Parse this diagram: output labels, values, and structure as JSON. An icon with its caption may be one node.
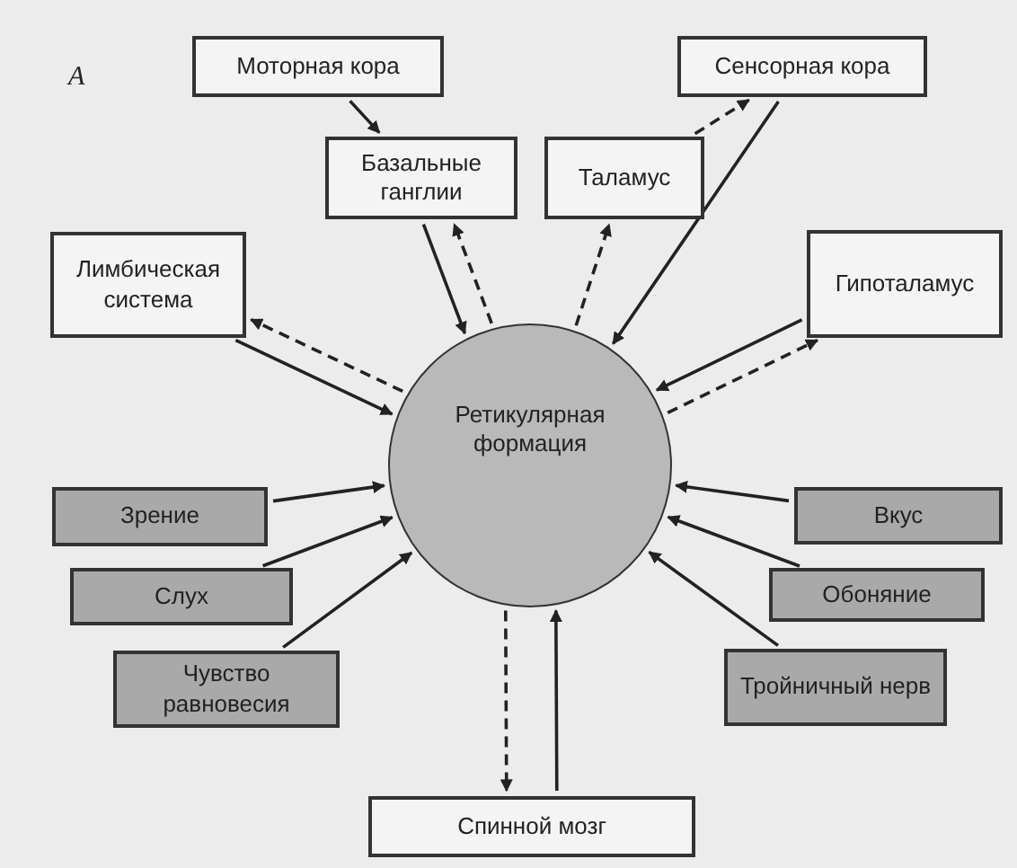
{
  "diagram": {
    "nodes": [
      {
        "text": [
          "Моторная кора"
        ]
      },
      {
        "text": [
          "Сенсорная кора"
        ]
      },
      {
        "text": [
          "Базальные ганглии"
        ]
      },
      {
        "text": [
          "Таламус"
        ]
      },
      {
        "text": [
          "Лимбическая система"
        ]
      },
      {
        "text": [
          "Гипоталамус"
        ]
      },
      {
        "text": [
          "Ретикулярная формация"
        ]
      },
      {
        "text": [
          "Зрение"
        ]
      },
      {
        "text": [
          "Слух"
        ]
      },
      {
        "text": [
          "Чувство равновесия"
        ]
      },
      {
        "text": [
          "Вкус"
        ]
      },
      {
        "text": [
          "Обоняние"
        ]
      },
      {
        "text": [
          "Тройничный нерв"
        ]
      },
      {
        "text": [
          "Спинной мозг"
        ]
      }
    ],
    "edges": [
      {
        "from": 0,
        "to": 2,
        "arrow": "to"
      },
      {
        "from": 3,
        "to": 1,
        "arrow": "to",
        "style": "dashed"
      },
      {
        "from": 2,
        "to": 6,
        "arrow": "to"
      },
      {
        "from": 6,
        "to": 2,
        "arrow": "to",
        "style": "dashed"
      },
      {
        "from": 6,
        "to": 3,
        "arrow": "to",
        "style": "dashed"
      },
      {
        "from": 1,
        "to": 6,
        "arrow": "to"
      },
      {
        "from": 4,
        "to": 6,
        "arrow": "to"
      },
      {
        "from": 6,
        "to": 4,
        "arrow": "to",
        "style": "dashed"
      },
      {
        "from": 5,
        "to": 6,
        "arrow": "to"
      },
      {
        "from": 6,
        "to": 5,
        "arrow": "to",
        "style": "dashed"
      },
      {
        "from": 7,
        "to": 6,
        "arrow": "to"
      },
      {
        "from": 8,
        "to": 6,
        "arrow": "to"
      },
      {
        "from": 9,
        "to": 6,
        "arrow": "to"
      },
      {
        "from": 10,
        "to": 6,
        "arrow": "to"
      },
      {
        "from": 11,
        "to": 6,
        "arrow": "to"
      },
      {
        "from": 12,
        "to": 6,
        "arrow": "to"
      },
      {
        "from": 13,
        "to": 6,
        "arrow": "to"
      },
      {
        "from": 6,
        "to": 13,
        "arrow": "to",
        "style": "dashed"
      }
    ],
    "labels": [
      "А"
    ]
  }
}
